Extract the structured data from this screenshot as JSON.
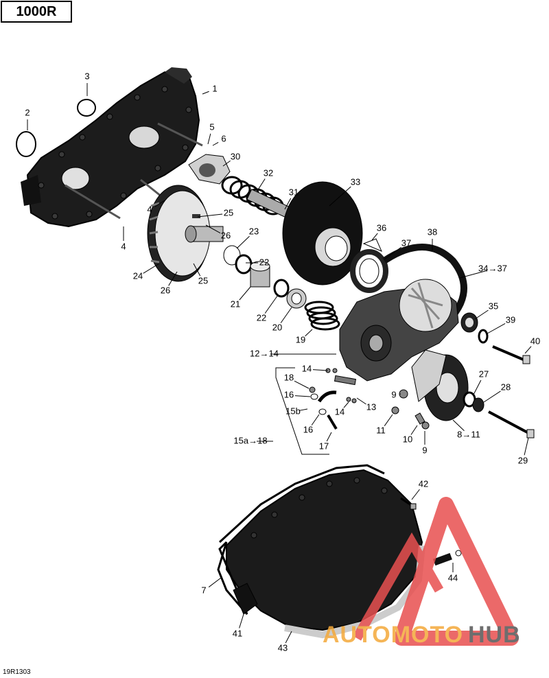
{
  "model_label": "1000R",
  "figure_code": "19R1303",
  "watermark": {
    "text_a": "AUTOMOTO",
    "text_b": "HUB",
    "color_a": "#f4a93a",
    "color_b": "#555555",
    "mark_color": "#e85050"
  },
  "part_labels": [
    "1",
    "2",
    "3",
    "4",
    "4",
    "5",
    "6",
    "7",
    "8→11",
    "9",
    "9",
    "10",
    "11",
    "12→14",
    "13",
    "14",
    "14",
    "15a→18",
    "15b",
    "16",
    "16",
    "17",
    "18",
    "19",
    "20",
    "21",
    "22",
    "22",
    "23",
    "24",
    "25",
    "25",
    "26",
    "26",
    "27",
    "28",
    "29",
    "30",
    "31",
    "32",
    "33",
    "34→37",
    "35",
    "36",
    "37",
    "38",
    "39",
    "40",
    "41",
    "42",
    "43",
    "44"
  ]
}
